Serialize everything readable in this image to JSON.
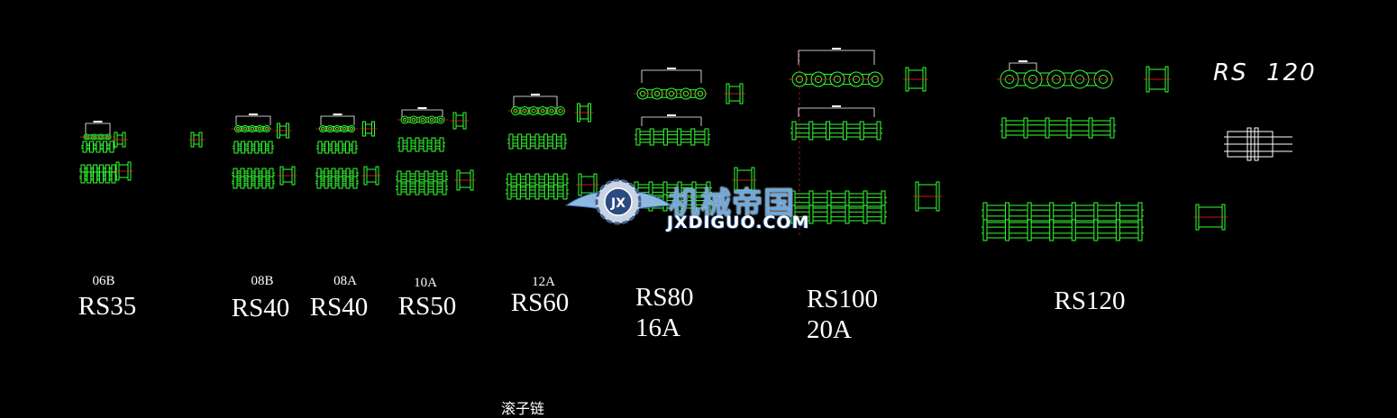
{
  "labels": {
    "c06b": "06B",
    "rs35": "RS35",
    "c08b": "08B",
    "rs40a": "RS40",
    "c08a": "08A",
    "rs40b": "RS40",
    "c10a": "10A",
    "rs50": "RS50",
    "c12a": "12A",
    "rs60": "RS60",
    "rs80": "RS80",
    "c16a": "16A",
    "rs100": "RS100",
    "c20a": "20A",
    "rs120": "RS120",
    "rs120_italic": "RS  120"
  },
  "watermark": {
    "cn": "机械帝国",
    "en": "JXDIGUO.COM",
    "logo_letters": "JX"
  },
  "footer": "滚子链",
  "colors": {
    "background": "#000000",
    "line": "#33ff33",
    "dim": "#ffffff",
    "center": "#ff2020",
    "text": "#ffffff"
  }
}
